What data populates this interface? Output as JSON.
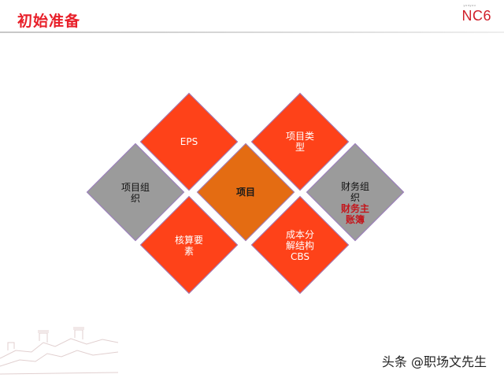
{
  "header": {
    "title": "初始准备",
    "logo_text": "NC6",
    "logo_small": "yonyou"
  },
  "diagram": {
    "tiles": {
      "eps": {
        "label": "EPS"
      },
      "project_type": {
        "label": "项目类\n型"
      },
      "project_org": {
        "label": "项目组\n织"
      },
      "project": {
        "label": "项目"
      },
      "finance_org": {
        "label": "财务组\n织",
        "highlight": "财务主\n账簿"
      },
      "accounting_elements": {
        "label": "核算要\n素"
      },
      "cbs": {
        "label": "成本分\n解结构\nCBS"
      }
    },
    "colors": {
      "red": "#fe4219",
      "gray": "#9b9b9b",
      "orange": "#e46c12",
      "highlight_text": "#c4161c",
      "title": "#e8202a"
    }
  },
  "footer": {
    "watermark": "头条 @职场文先生"
  },
  "icons": {
    "decoration": "great-wall-sketch"
  }
}
